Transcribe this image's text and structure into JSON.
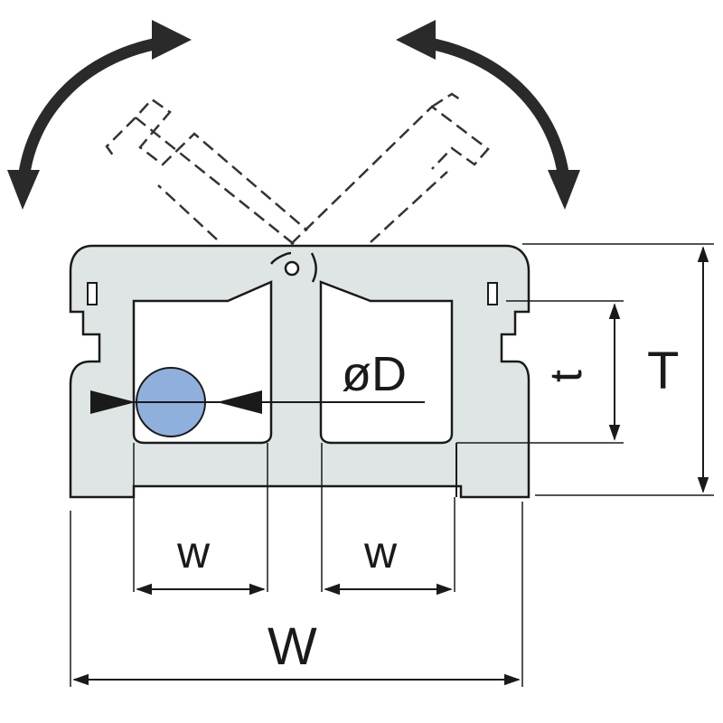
{
  "diagram": {
    "labels": {
      "diameter": "øD",
      "inner_width": "w",
      "total_width": "W",
      "total_height": "T",
      "inner_height": "t"
    },
    "colors": {
      "body": "#dfe5e4",
      "outline": "#1a1a1a",
      "ball": "#8fb0dd",
      "arrow": "#2a2a2a"
    },
    "icons": {
      "left_rotation": "curved-double-arrow-icon",
      "right_rotation": "curved-double-arrow-icon"
    }
  }
}
